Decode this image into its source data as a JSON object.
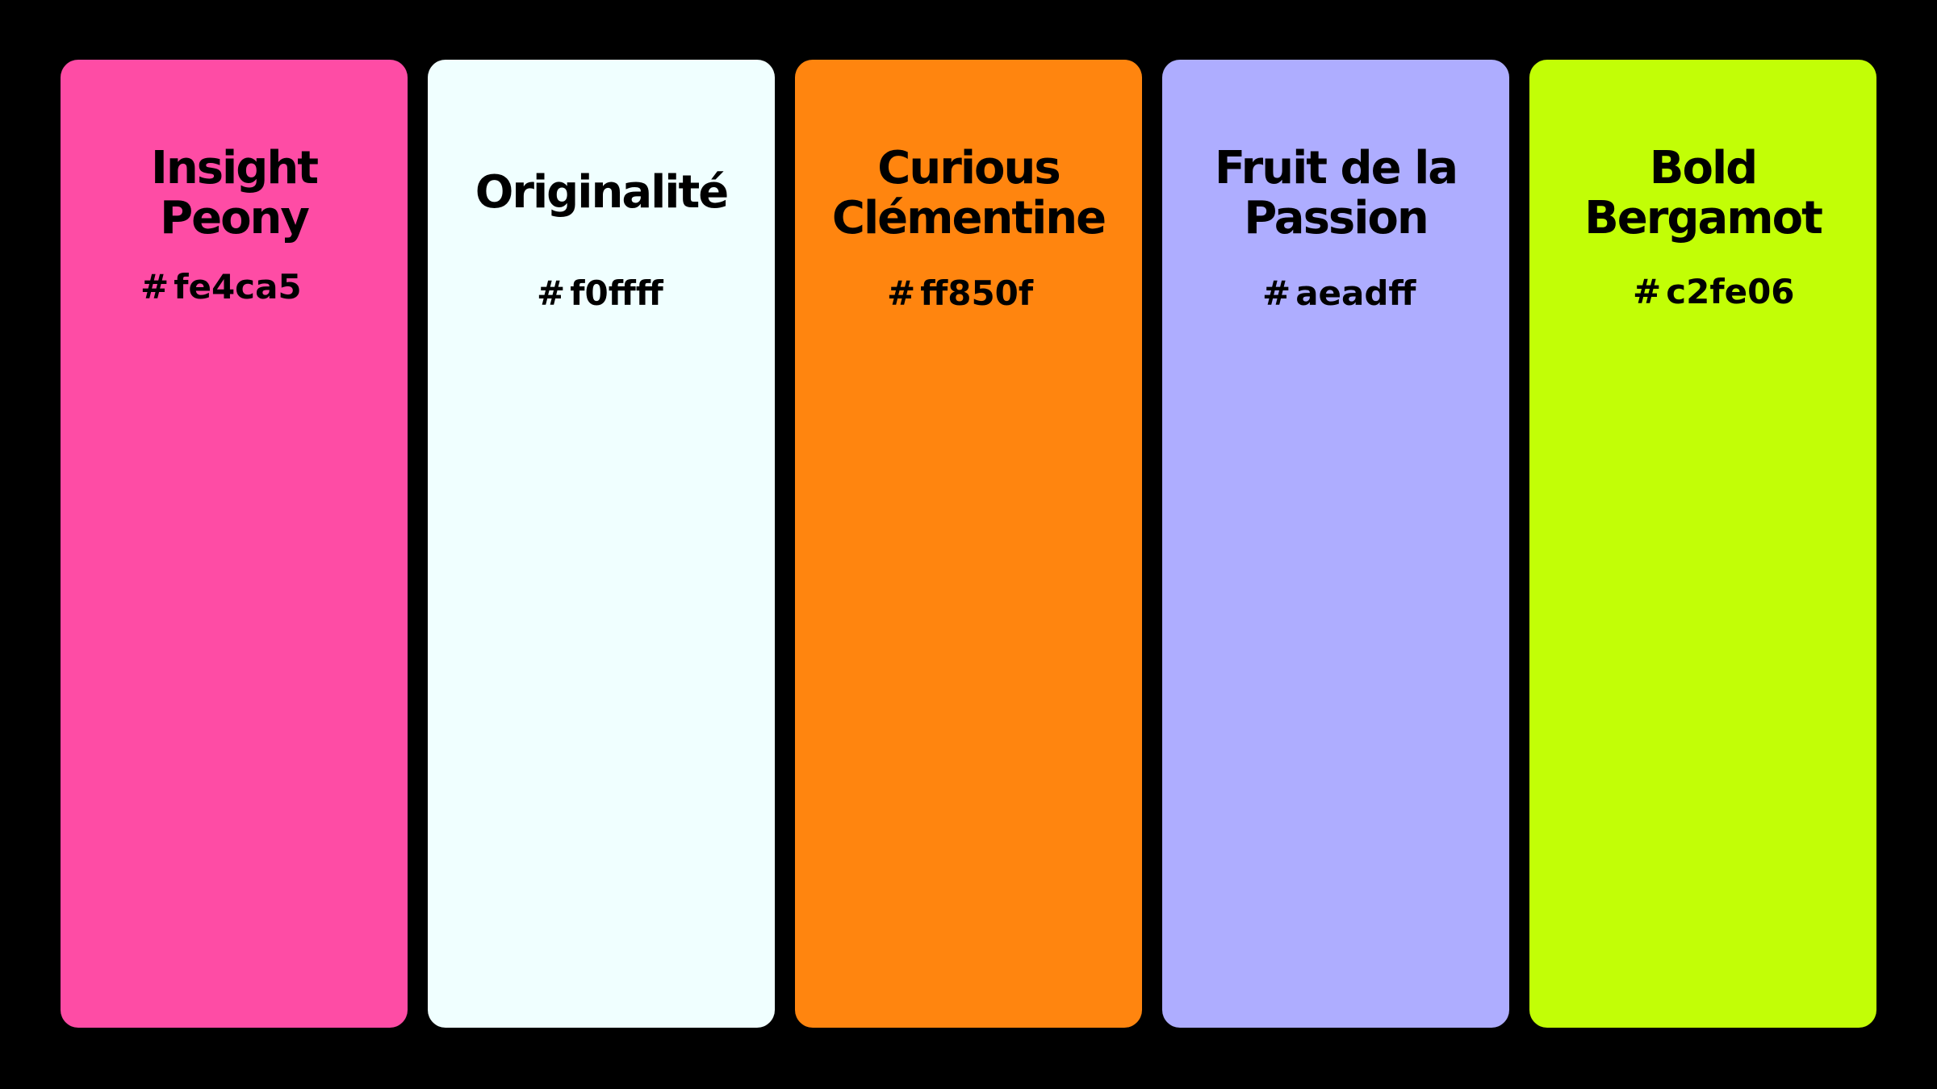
{
  "background": "#000000",
  "swatches": [
    {
      "name": "Insight\nPeony",
      "hex": "fe4ca5",
      "color": "#fe4ca5"
    },
    {
      "name": "Originalité",
      "hex": "f0ffff",
      "color": "#f0ffff"
    },
    {
      "name": "Curious\nClémentine",
      "hex": "ff850f",
      "color": "#ff850f"
    },
    {
      "name": "Fruit de la\nPassion",
      "hex": "aeadff",
      "color": "#aeadff"
    },
    {
      "name": "Bold\nBergamot",
      "hex": "c2fe06",
      "color": "#c2fe06"
    }
  ],
  "hash_symbol": "#"
}
